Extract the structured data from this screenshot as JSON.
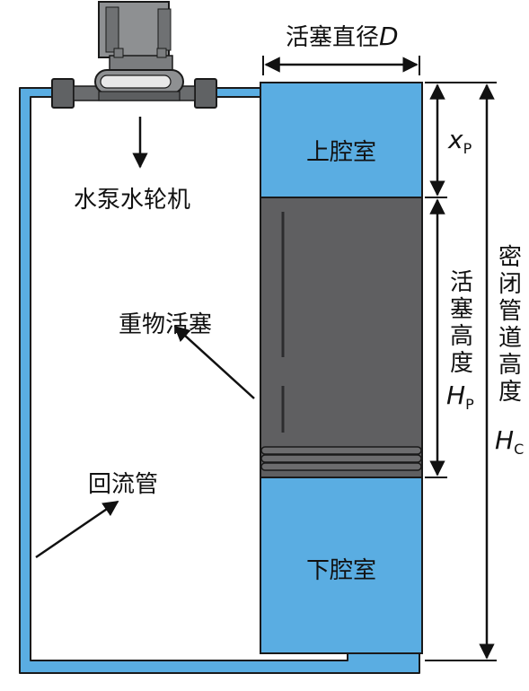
{
  "labels": {
    "piston_diameter": "活塞直径",
    "piston_diameter_symbol": "D",
    "upper_chamber": "上腔室",
    "lower_chamber": "下腔室",
    "pump_turbine": "水泵水轮机",
    "heavy_piston": "重物活塞",
    "return_pipe": "回流管",
    "xp_var": "x",
    "xp_sub": "P",
    "piston_height_chars": [
      "活",
      "塞",
      "高",
      "度"
    ],
    "hp_var": "H",
    "hp_sub": "P",
    "sealed_height_chars": [
      "密",
      "闭",
      "管",
      "道",
      "高",
      "度"
    ],
    "hc_var": "H",
    "hc_sub": "C"
  },
  "colors": {
    "water": "#5aade2",
    "outline": "#1a1a1a",
    "piston": "#5f5f61",
    "piston_dark": "#3e3e40",
    "pump_body": "#8e9092",
    "pump_dark": "#5c5e60",
    "pipe_fitting": "#606264"
  }
}
